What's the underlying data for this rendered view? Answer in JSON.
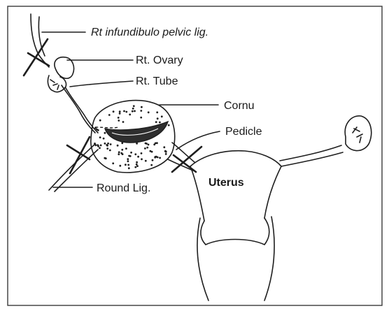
{
  "labels": {
    "infundibulo": "Rt infundibulo pelvic lig.",
    "ovary": "Rt. Ovary",
    "tube": "Rt. Tube",
    "cornu": "Cornu",
    "pedicle": "Pedicle",
    "uterus": "Uterus",
    "round_lig": "Round Lig."
  },
  "colors": {
    "ink": "#1e1e1e",
    "background": "#ffffff"
  }
}
